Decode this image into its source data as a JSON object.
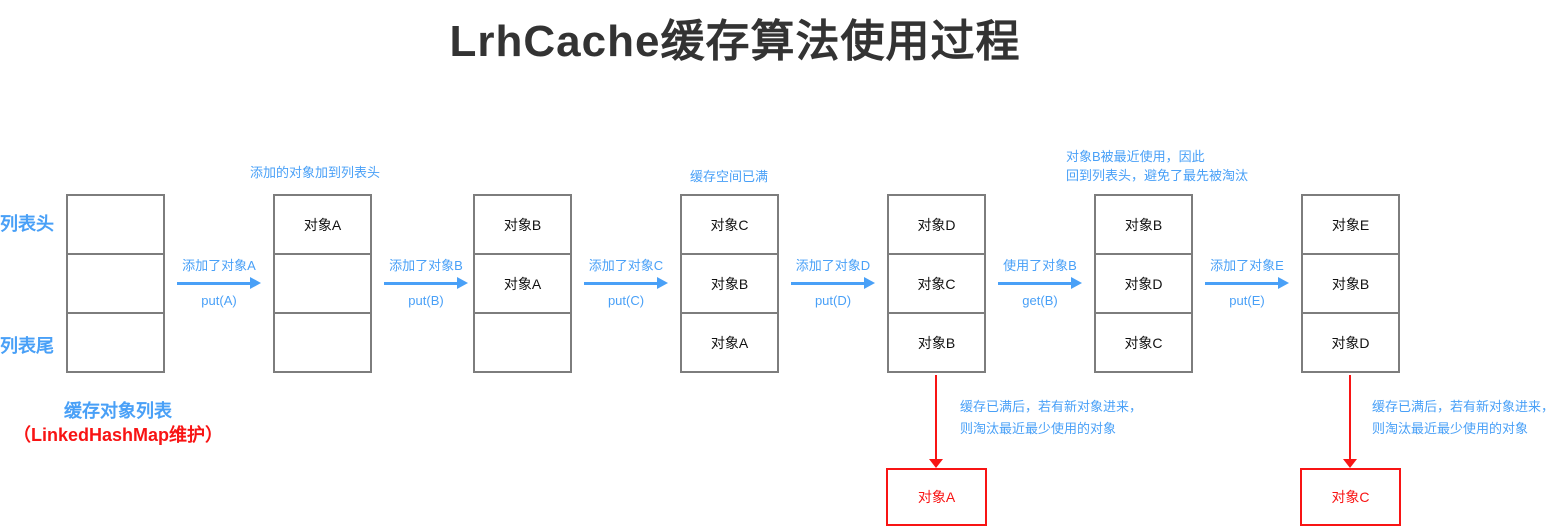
{
  "title": "LrhCache缓存算法使用过程",
  "colors": {
    "blue": "#49a0f7",
    "red": "#f81414",
    "border": "#7d7d7d",
    "title": "#333333",
    "cell_text": "#111111"
  },
  "labels": {
    "list_head": "列表头",
    "list_tail": "列表尾",
    "caption_line1": "缓存对象列表",
    "caption_line2": "（LinkedHashMap维护）"
  },
  "stages": [
    {
      "cells": [
        "",
        "",
        ""
      ]
    },
    {
      "cells": [
        "对象A",
        "",
        ""
      ],
      "note1": "添加的对象加到列表头"
    },
    {
      "cells": [
        "对象B",
        "对象A",
        ""
      ]
    },
    {
      "cells": [
        "对象C",
        "对象B",
        "对象A"
      ],
      "note1": "缓存空间已满"
    },
    {
      "cells": [
        "对象D",
        "对象C",
        "对象B"
      ],
      "evict": {
        "object": "对象A",
        "note1": "缓存已满后，若有新对象进来，",
        "note2": "则淘汰最近最少使用的对象"
      }
    },
    {
      "cells": [
        "对象B",
        "对象D",
        "对象C"
      ],
      "note1": "对象B被最近使用，因此",
      "note2": "回到列表头，避免了最先被淘汰"
    },
    {
      "cells": [
        "对象E",
        "对象B",
        "对象D"
      ],
      "evict": {
        "object": "对象C",
        "note1": "缓存已满后，若有新对象进来，",
        "note2": "则淘汰最近最少使用的对象"
      }
    }
  ],
  "transitions": [
    {
      "line1": "添加了对象A",
      "line2": "put(A)"
    },
    {
      "line1": "添加了对象B",
      "line2": "put(B)"
    },
    {
      "line1": "添加了对象C",
      "line2": "put(C)"
    },
    {
      "line1": "添加了对象D",
      "line2": "put(D)"
    },
    {
      "line1": "使用了对象B",
      "line2": "get(B)"
    },
    {
      "line1": "添加了对象E",
      "line2": "put(E)"
    }
  ]
}
